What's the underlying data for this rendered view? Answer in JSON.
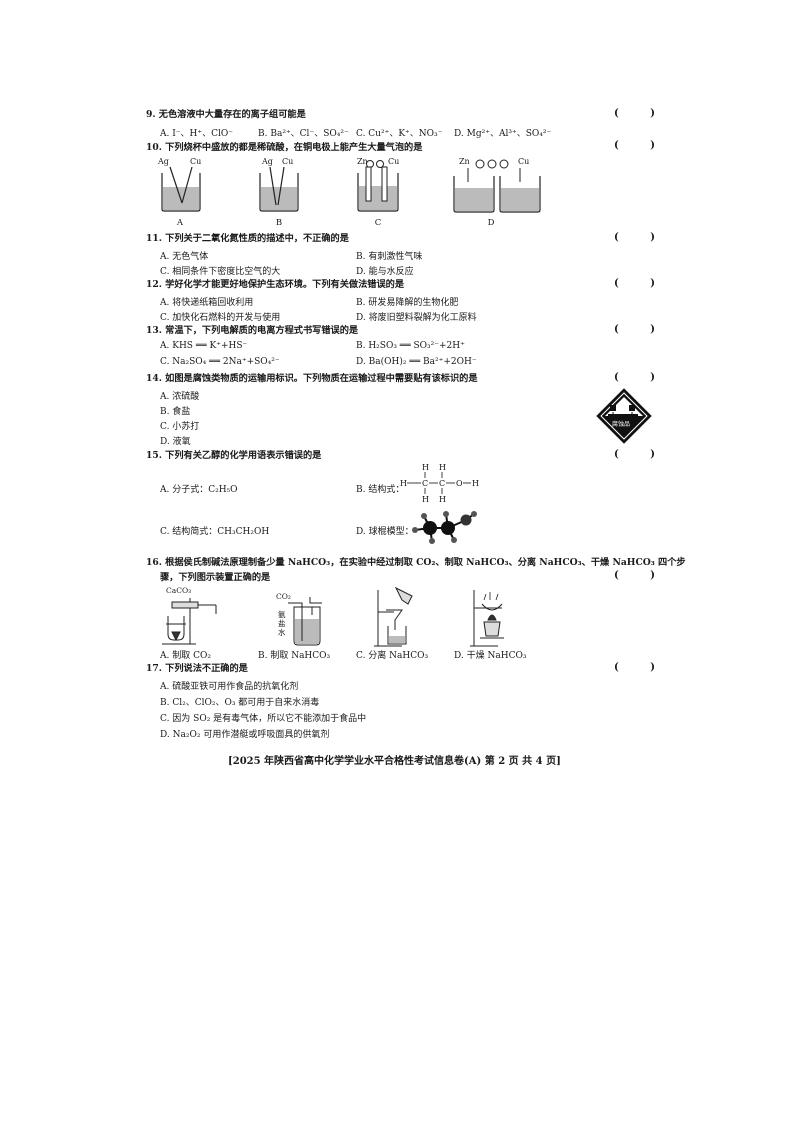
{
  "questions": {
    "q9": {
      "stem": "9. 无色溶液中大量存在的离子组可能是",
      "paren": "(  )",
      "a": "A. I⁻、H⁺、ClO⁻",
      "b": "B. Ba²⁺、Cl⁻、SO₄²⁻",
      "c": "C. Cu²⁺、K⁺、NO₃⁻",
      "d": "D. Mg²⁺、Al³⁺、SO₄²⁻"
    },
    "q10": {
      "stem": "10. 下列烧杯中盛放的都是稀硫酸，在铜电极上能产生大量气泡的是",
      "paren": "(  )",
      "labels": [
        "A",
        "B",
        "C",
        "D"
      ],
      "electrodes": [
        [
          "Ag",
          "Cu"
        ],
        [
          "Ag",
          "Cu"
        ],
        [
          "Zn",
          "Cu"
        ],
        [
          "Zn",
          "Cu"
        ]
      ]
    },
    "q11": {
      "stem": "11. 下列关于二氧化氮性质的描述中，不正确的是",
      "paren": "(  )",
      "a": "A. 无色气体",
      "b": "B. 有刺激性气味",
      "c": "C. 相同条件下密度比空气的大",
      "d": "D. 能与水反应"
    },
    "q12": {
      "stem": "12. 学好化学才能更好地保护生态环境。下列有关做法错误的是",
      "paren": "(  )",
      "a": "A. 将快递纸箱回收利用",
      "b": "B. 研发易降解的生物化肥",
      "c": "C. 加快化石燃料的开发与使用",
      "d": "D. 将废旧塑料裂解为化工原料"
    },
    "q13": {
      "stem": "13. 常温下，下列电解质的电离方程式书写错误的是",
      "paren": "(  )",
      "a": "A. KHS ══ K⁺+HS⁻",
      "b": "B. H₂SO₃ ══ SO₃²⁻+2H⁺",
      "c": "C. Na₂SO₄ ══ 2Na⁺+SO₄²⁻",
      "d": "D. Ba(OH)₂ ══ Ba²⁺+2OH⁻"
    },
    "q14": {
      "stem": "14. 如图是腐蚀类物质的运输用标识。下列物质在运输过程中需要贴有该标识的是",
      "paren": "(  )",
      "a": "A. 浓硫酸",
      "b": "B. 食盐",
      "c": "C. 小苏打",
      "d": "D. 液氧",
      "sign_text": "腐蚀品"
    },
    "q15": {
      "stem": "15. 下列有关乙醇的化学用语表示错误的是",
      "paren": "(  )",
      "a": "A. 分子式：C₂H₅O",
      "b": "B. 结构式：",
      "c": "C. 结构简式：CH₃CH₂OH",
      "d": "D. 球棍模型："
    },
    "q16": {
      "stem": "16. 根据侯氏制碱法原理制备少量 NaHCO₃，在实验中经过制取 CO₂、制取 NaHCO₃、分离 NaHCO₃、干燥 NaHCO₃ 四个步",
      "stem2": "骤，下列图示装置正确的是",
      "paren": "(  )",
      "a": "A. 制取 CO₂",
      "b": "B. 制取 NaHCO₃",
      "c": "C. 分离 NaHCO₃",
      "d": "D. 干燥 NaHCO₃",
      "label_caco3": "CaCO₃",
      "label_co2": "CO₂",
      "label_water": "氨盐水"
    },
    "q17": {
      "stem": "17. 下列说法不正确的是",
      "paren": "(  )",
      "a": "A. 硫酸亚铁可用作食品的抗氧化剂",
      "b": "B. Cl₂、ClO₂、O₃ 都可用于自来水消毒",
      "c": "C. 因为 SO₂ 是有毒气体，所以它不能添加于食品中",
      "d": "D. Na₂O₂ 可用作潜艇或呼吸面具的供氧剂"
    }
  },
  "footer": "[2025 年陕西省高中化学学业水平合格性考试信息卷(A)   第 2 页   共 4 页]"
}
